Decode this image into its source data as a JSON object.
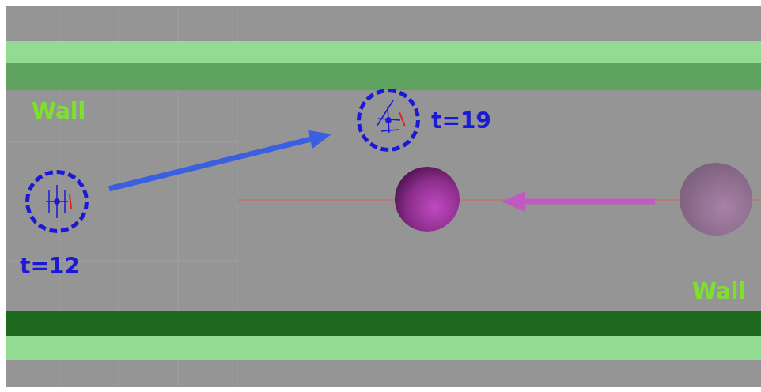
{
  "diagram": {
    "nodes": [
      {
        "text": [
          "t=12"
        ]
      },
      {
        "text": [
          "t=19"
        ]
      }
    ],
    "edges": [
      {
        "from": 0,
        "to": 1,
        "arrow": "to"
      }
    ],
    "labels": [
      "Wall",
      "Wall"
    ]
  }
}
